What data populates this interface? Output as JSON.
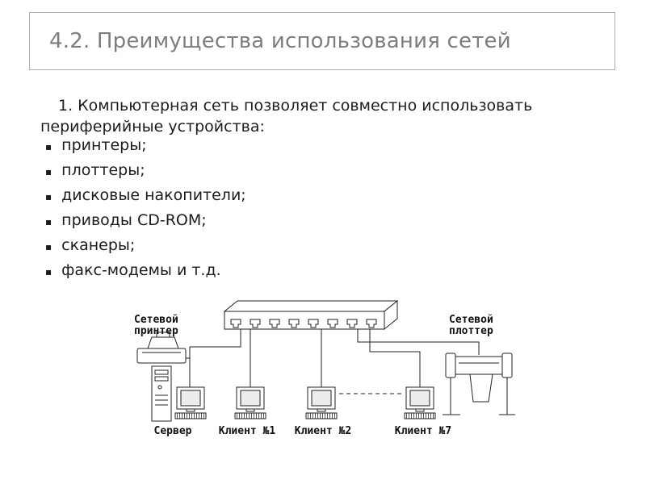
{
  "slide": {
    "title": "4.2. Преимущества использования сетей",
    "intro": "1. Компьютерная сеть позволяет совместно использовать периферийные устройства:",
    "bullet_marker": "▪",
    "bullets": [
      "принтеры;",
      "плоттеры;",
      "дисковые накопители;",
      "приводы CD-ROM;",
      "сканеры;",
      "факс-модемы и т.д."
    ]
  },
  "diagram": {
    "printer_label_line1": "Сетевой",
    "printer_label_line2": "принтер",
    "plotter_label_line1": "Сетевой",
    "plotter_label_line2": "плоттер",
    "server_label": "Сервер",
    "client1_label": "Клиент №1",
    "client2_label": "Клиент №2",
    "client7_label": "Клиент №7"
  },
  "colors": {
    "title_text": "#7e7e7e",
    "title_border": "#adadad",
    "body_text": "#1c1c1c",
    "diagram_stroke": "#222222"
  }
}
